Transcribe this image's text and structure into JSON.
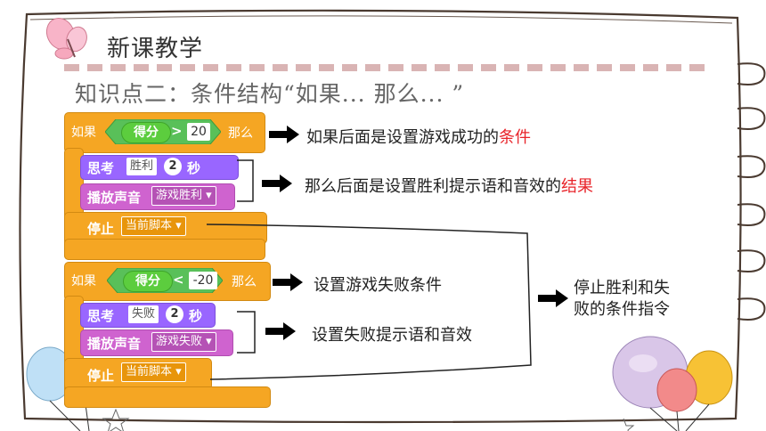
{
  "header": {
    "title": "新课教学",
    "subtitle": "知识点二：条件结构“如果... 那么... ”"
  },
  "block1": {
    "if": "如果",
    "score": "得分",
    "op": ">",
    "num": "20",
    "then": "那么",
    "think": "思考",
    "think_text": "胜利",
    "think_num": "2",
    "think_sec": "秒",
    "play": "播放声音",
    "sound": "游戏胜利",
    "stop": "停止",
    "stop_opt": "当前脚本"
  },
  "block2": {
    "if": "如果",
    "score": "得分",
    "op": "<",
    "num": "-20",
    "then": "那么",
    "think": "思考",
    "think_text": "失败",
    "think_num": "2",
    "think_sec": "秒",
    "play": "播放声音",
    "sound": "游戏失败",
    "stop": "停止",
    "stop_opt": "当前脚本"
  },
  "notes": {
    "n1_pre": "如果后面是设置游戏成功的",
    "n1_red": "条件",
    "n2_pre": "那么后面是设置胜利提示语和音效的",
    "n2_red": "结果",
    "n3": "设置游戏失败条件",
    "n4": "设置失败提示语和音效",
    "n5_l1": "停止胜利和失",
    "n5_l2": "败的条件指令"
  },
  "colors": {
    "control": "#f5a623",
    "operator": "#59c059",
    "looks": "#9966ff",
    "sound": "#cf63cf",
    "accent_red": "#e8242a"
  }
}
